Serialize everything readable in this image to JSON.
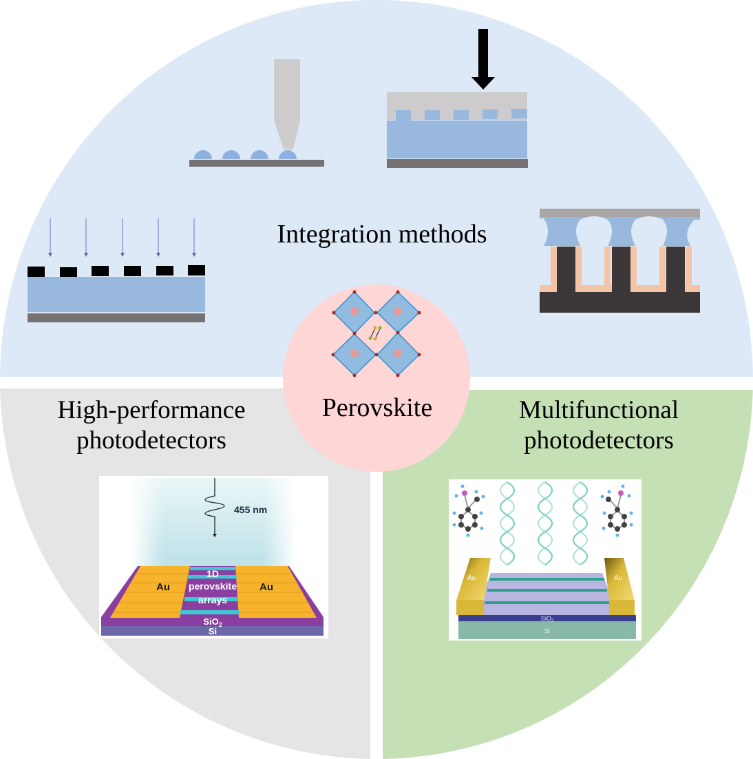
{
  "figure": {
    "center": {
      "label": "Perovskite",
      "icon": "perovskite-octahedra-icon"
    },
    "sections": {
      "top": {
        "title": "Integration methods",
        "color": "#dde9f6",
        "schematics": [
          {
            "name": "inkjet-printing",
            "icon": "inkjet-nozzle-icon"
          },
          {
            "name": "nanoimprint",
            "icon": "press-down-arrow-icon"
          },
          {
            "name": "photolithography",
            "icon": "uv-exposure-arrows-icon"
          },
          {
            "name": "template-confined-growth",
            "icon": "pillar-template-icon"
          }
        ]
      },
      "bottom_left": {
        "title": "High-performance\nphotodetectors",
        "color": "#e6e5e6",
        "inset": {
          "wavelength_label": "455 nm",
          "electrode_left": "Au",
          "electrode_right": "Au",
          "channel_line1": "1D",
          "channel_line2": "perovskite",
          "channel_line3": "arrays",
          "layer_oxide": "SiO",
          "layer_oxide_sub": "2",
          "layer_substrate": "Si"
        }
      },
      "bottom_right": {
        "title": "Multifunctional\nphotodetectors",
        "color": "#c6e0b5",
        "inset": {
          "electrode_left": "Au",
          "electrode_right": "Au",
          "layer_oxide": "SiO",
          "layer_oxide_sub": "2",
          "layer_substrate": "Si"
        }
      }
    },
    "colors": {
      "center_circle": "#fed6d6",
      "perovskite_blue": "#3ea0dc",
      "film_blue": "#98b9dd",
      "substrate_gray": "#767172",
      "mold_gray": "#cdcbcc",
      "pillar_dark": "#3b3738",
      "coating_peach": "#f4c4a6",
      "gold": "#f7b32b",
      "purple": "#8a3fa0"
    }
  }
}
